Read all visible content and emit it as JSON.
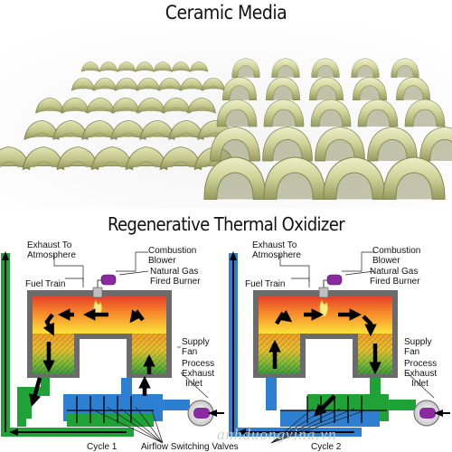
{
  "titles": {
    "top": "Ceramic Media",
    "bottom": "Regenerative Thermal Oxidizer"
  },
  "labels": {
    "exhaust_to_atmosphere": [
      "Exhaust To",
      "Atmosphere"
    ],
    "fuel_train": "Fuel Train",
    "combustion_blower": [
      "Combustion",
      "Blower"
    ],
    "natural_gas_burner": [
      "Natural Gas",
      "Fired Burner"
    ],
    "supply_fan": [
      "Supply",
      "Fan"
    ],
    "process_exhaust_inlet": [
      "Process",
      "Exhaust",
      "Inlet"
    ],
    "cycle_1": "Cycle 1",
    "cycle_2": "Cycle 2",
    "airflow_switching_valves": "Airflow Switching Valves"
  },
  "watermark": "anhduongvina.vn",
  "colors": {
    "ceramic": "#c9cc8f",
    "ceramic_dark": "#8c9055",
    "green_duct": "#1fa336",
    "blue_duct": "#2d7fd1",
    "chamber_wall": "#6b6b6b",
    "burner_purple": "#8a2aa0"
  }
}
